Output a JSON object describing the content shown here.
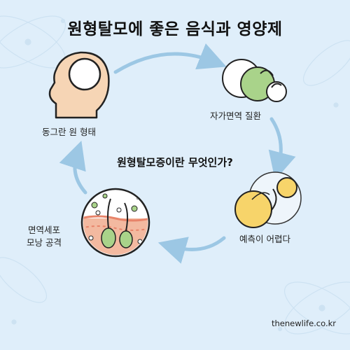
{
  "title": "원형탈모에 좋은 음식과 영양제",
  "center_question": "원형탈모증이란 무엇인가?",
  "steps": [
    {
      "label": "동그란 원 형태",
      "icon": "head-profile-icon"
    },
    {
      "label": "자가면역 질환",
      "icon": "overlapping-circles-icon"
    },
    {
      "label": "예측이 어렵다",
      "icon": "scattered-circles-icon"
    },
    {
      "label_line1": "면역세포",
      "label_line2": "모낭 공격",
      "icon": "hair-follicle-icon"
    }
  ],
  "footer": "thenewlife.co.kr",
  "colors": {
    "background": "#dfeefa",
    "arrow": "#9cc7e4",
    "skin": "#f6d5b5",
    "green": "#a9d38a",
    "yellow": "#f7d46a"
  }
}
